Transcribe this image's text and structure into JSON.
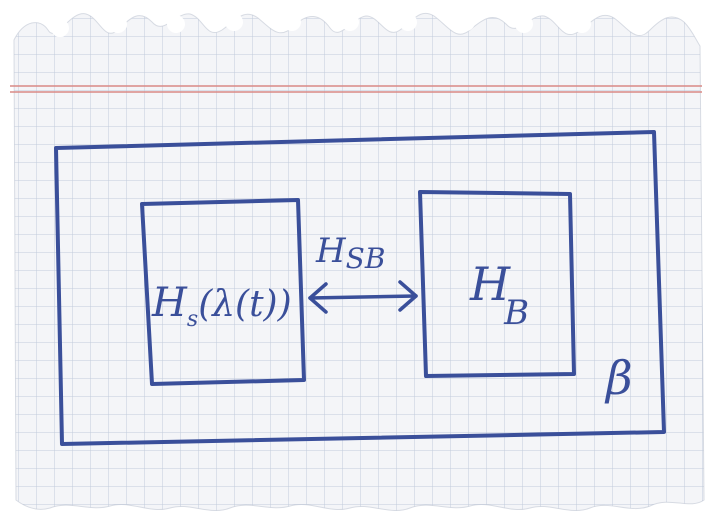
{
  "colors": {
    "ink": "#3a4f9a",
    "paper": "#f4f5f8",
    "grid": "#b9c3d6",
    "margin_line": "#d98a86"
  },
  "diagram": {
    "system_label": "H",
    "system_label_sub": "s",
    "system_label_arg": "(λ(t))",
    "bath_label": "H",
    "bath_label_sub": "B",
    "coupling_label": "H",
    "coupling_label_sub": "SB",
    "temperature_label": "β",
    "coupling_arrow": "double-headed-arrow"
  }
}
